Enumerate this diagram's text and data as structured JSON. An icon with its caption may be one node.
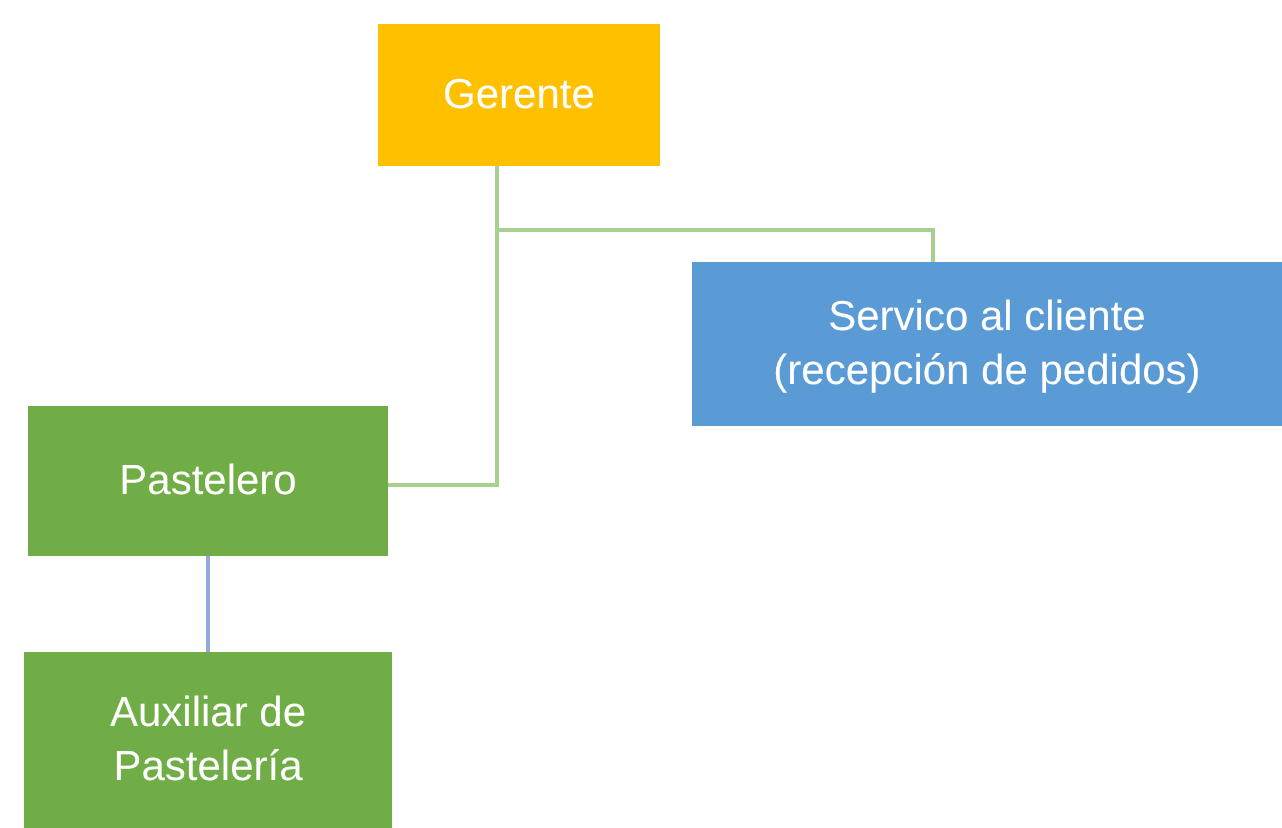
{
  "diagram": {
    "nodes": [
      {
        "text": [
          "Gerente"
        ]
      },
      {
        "text": [
          "Servico al cliente (recepción de pedidos)"
        ]
      },
      {
        "text": [
          "Pastelero"
        ]
      },
      {
        "text": [
          "Auxiliar de Pastelería"
        ]
      }
    ],
    "edges": [
      {
        "from": 0,
        "to": 1,
        "arrow": "none"
      },
      {
        "from": 0,
        "to": 2,
        "arrow": "none"
      },
      {
        "from": 2,
        "to": 3,
        "arrow": "none",
        "color": "#8faadc"
      }
    ]
  }
}
